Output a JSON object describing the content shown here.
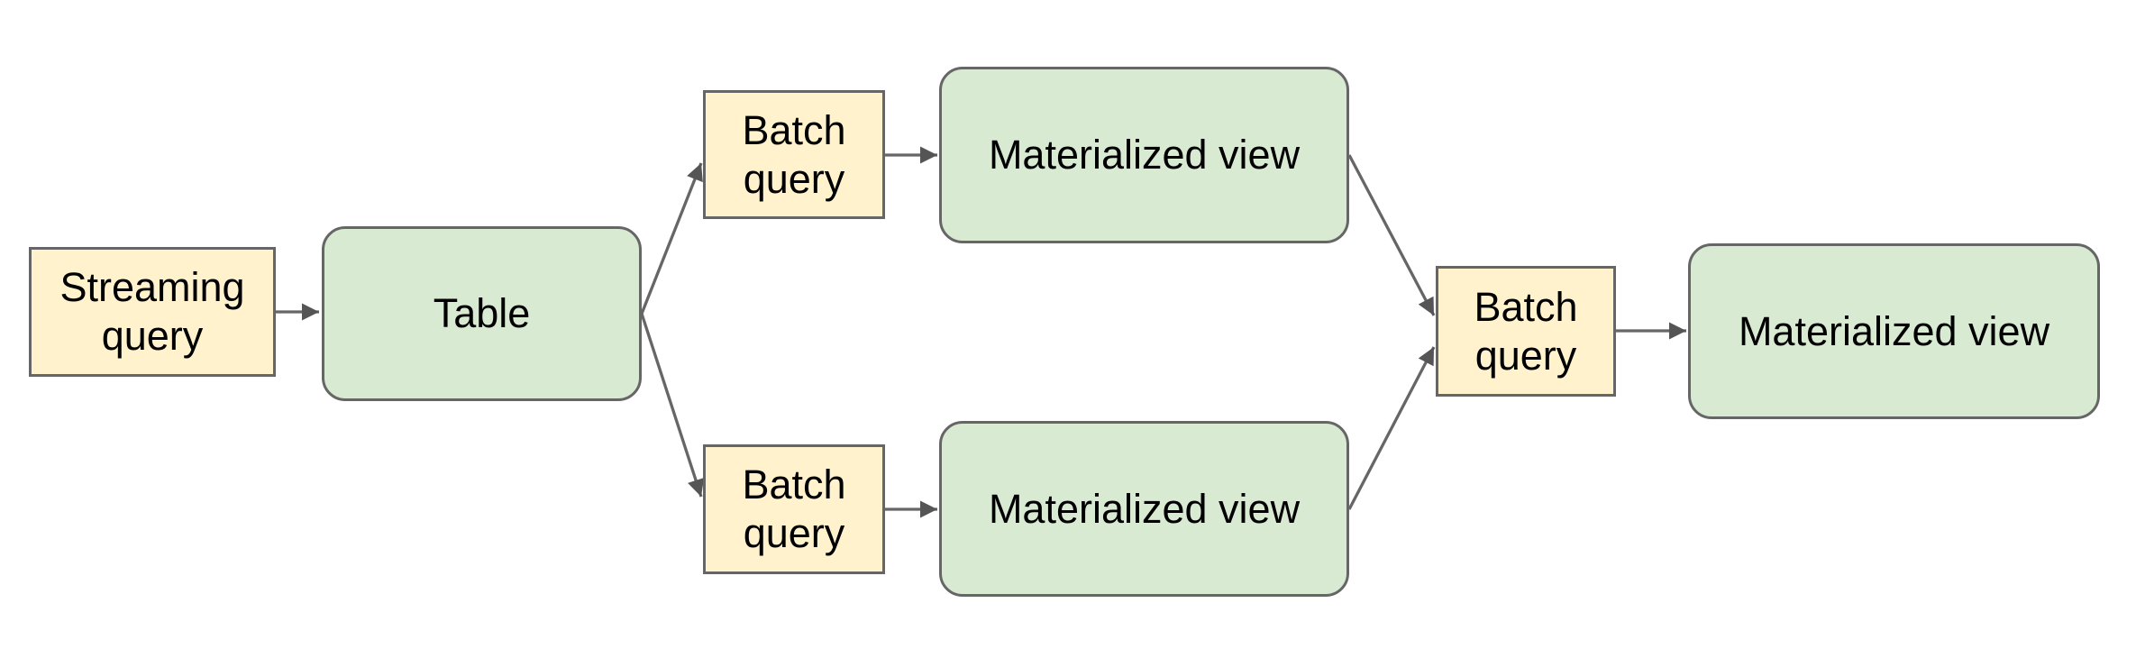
{
  "diagram": {
    "description": "Data pipeline flow diagram: streaming query feeds a table, which feeds two batch queries producing materialized views, which are combined by a batch query into a final materialized view",
    "colors": {
      "background": "#ffffff",
      "query_box_fill": "#fff2cc",
      "entity_box_fill": "#d9ead3",
      "box_border": "#666666",
      "arrow": "#666666",
      "text": "#000000"
    },
    "nodes": [
      {
        "id": "streaming-query",
        "label": "Streaming query",
        "type": "query"
      },
      {
        "id": "table",
        "label": "Table",
        "type": "entity"
      },
      {
        "id": "batch-query-top",
        "label": "Batch query",
        "type": "query"
      },
      {
        "id": "materialized-view-top",
        "label": "Materialized view",
        "type": "entity"
      },
      {
        "id": "batch-query-bottom",
        "label": "Batch query",
        "type": "query"
      },
      {
        "id": "materialized-view-bottom",
        "label": "Materialized view",
        "type": "entity"
      },
      {
        "id": "batch-query-center",
        "label": "Batch query",
        "type": "query"
      },
      {
        "id": "materialized-view-final",
        "label": "Materialized view",
        "type": "entity"
      }
    ],
    "edges": [
      {
        "from": "streaming-query",
        "to": "table"
      },
      {
        "from": "table",
        "to": "batch-query-top"
      },
      {
        "from": "table",
        "to": "batch-query-bottom"
      },
      {
        "from": "batch-query-top",
        "to": "materialized-view-top"
      },
      {
        "from": "batch-query-bottom",
        "to": "materialized-view-bottom"
      },
      {
        "from": "materialized-view-top",
        "to": "batch-query-center"
      },
      {
        "from": "materialized-view-bottom",
        "to": "batch-query-center"
      },
      {
        "from": "batch-query-center",
        "to": "materialized-view-final"
      }
    ]
  }
}
